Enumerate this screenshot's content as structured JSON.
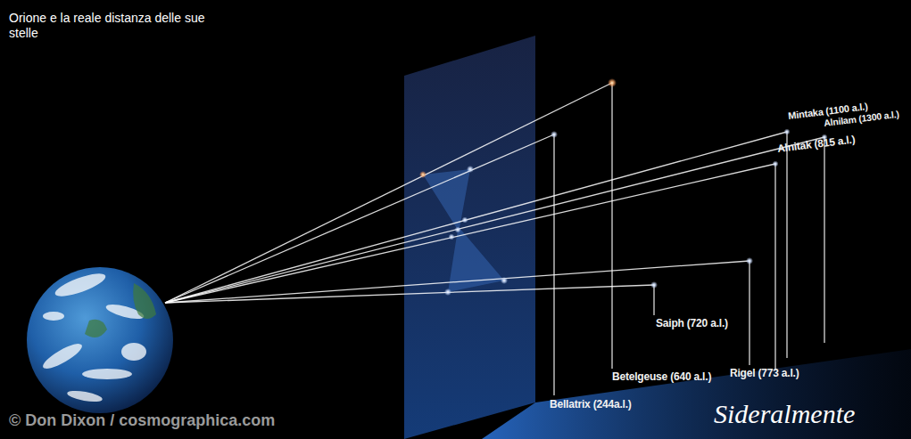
{
  "diagram": {
    "title": "Orione e la reale distanza delle sue stelle",
    "labels": [
      "Mintaka (1100 a.l.)",
      "Alnilam (1300 a.l.)",
      "Alnitak (815 a.l.)",
      "Saiph (720 a.l.)",
      "Betelgeuse (640 a.l.)",
      "Rigel (773 a.l.)",
      "Bellatrix (244a.l.)",
      "© Don Dixon / cosmographica.com",
      "Sideralmente"
    ]
  }
}
